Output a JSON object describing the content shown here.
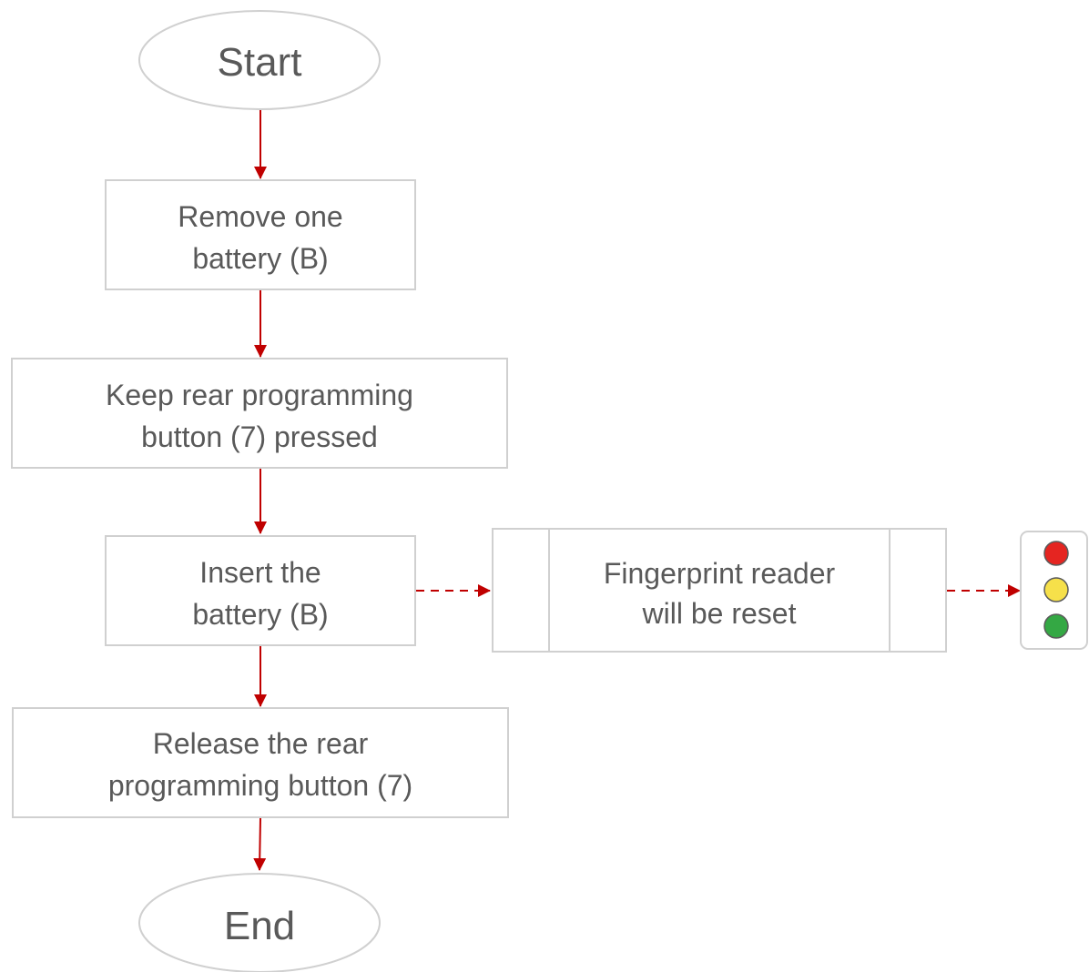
{
  "flowchart": {
    "start_label": "Start",
    "end_label": "End",
    "steps": [
      {
        "lines": [
          "Remove one",
          "battery (B)"
        ]
      },
      {
        "lines": [
          "Keep rear programming",
          "button (7) pressed"
        ]
      },
      {
        "lines": [
          "Insert the",
          "battery (B)"
        ]
      },
      {
        "lines": [
          "Release the rear",
          "programming button (7)"
        ]
      }
    ],
    "process": {
      "lines": [
        "Fingerprint reader",
        "will be reset"
      ]
    },
    "indicator": {
      "lights": [
        {
          "name": "red",
          "color": "#e52521"
        },
        {
          "name": "yellow",
          "color": "#f6e04a"
        },
        {
          "name": "green",
          "color": "#34a844"
        }
      ]
    }
  },
  "colors": {
    "arrow": "#c00000",
    "border": "#d0d0d0",
    "text": "#595959"
  }
}
